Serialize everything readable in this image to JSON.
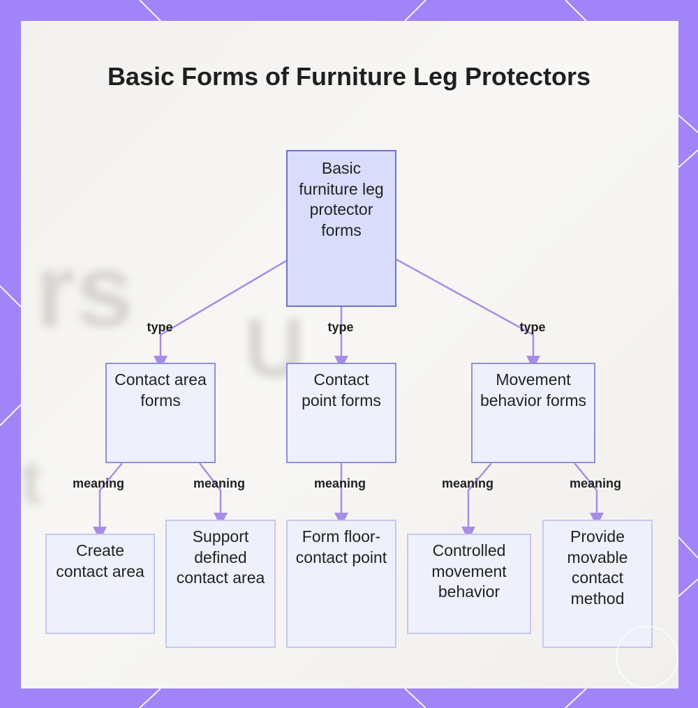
{
  "title": "Basic Forms of Furniture Leg Protectors",
  "colors": {
    "frame": "#a184f7",
    "root_fill": "#d9dcfb",
    "root_border": "#6f73c9",
    "node_fill": "#eef1fb",
    "connector": "#a98ce8"
  },
  "nodes": {
    "root": "Basic furniture leg protector forms",
    "contact_area_forms": "Contact area forms",
    "contact_point_forms": "Contact point forms",
    "movement_behavior_forms": "Movement behavior forms",
    "create_contact_area": "Create contact area",
    "support_defined_contact_area": "Support defined contact area",
    "form_floor_contact_point": "Form floor-contact point",
    "controlled_movement_behavior": "Controlled movement behavior",
    "provide_movable_contact_method": "Provide movable contact method"
  },
  "edge_labels": {
    "type": "type",
    "meaning": "meaning"
  }
}
